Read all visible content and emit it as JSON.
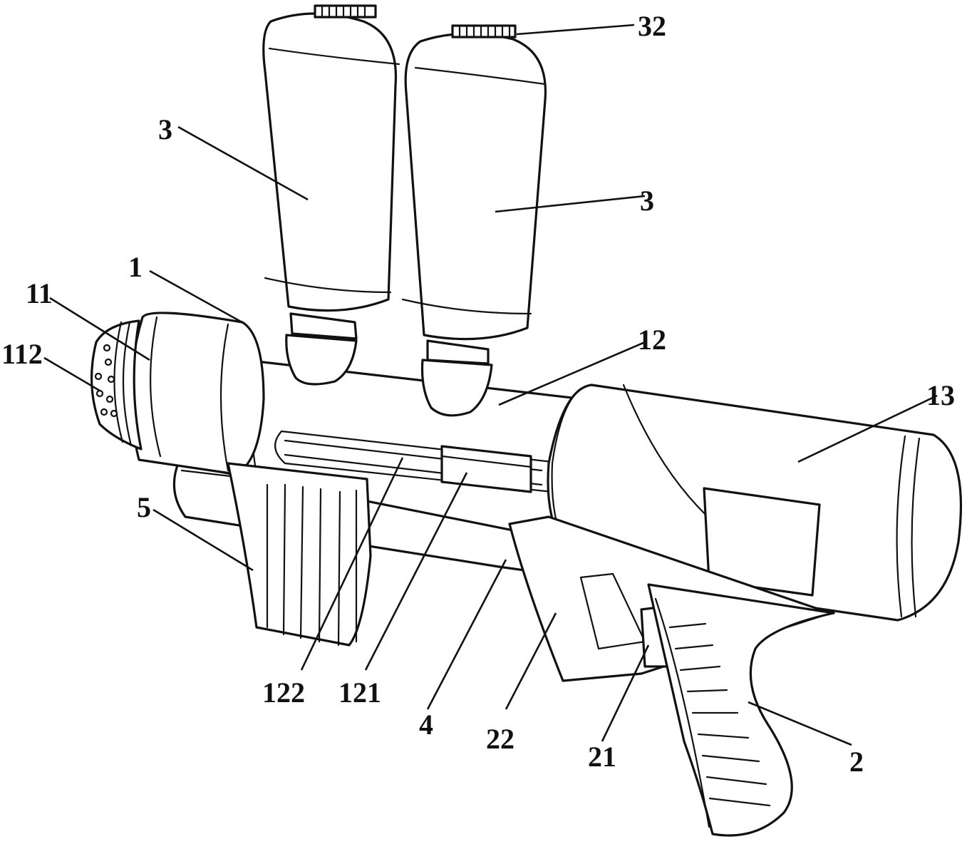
{
  "labels": {
    "tank_cap": "32",
    "tank_left": "3",
    "tank_right": "3",
    "body": "1",
    "nozzle": "11",
    "nozzle_holes": "112",
    "channel": "12",
    "rear_chamber": "13",
    "handle_front": "5",
    "piston_rod": "122",
    "slider_block": "121",
    "pump_tube": "4",
    "trigger_frame": "22",
    "trigger": "21",
    "grip": "2"
  }
}
